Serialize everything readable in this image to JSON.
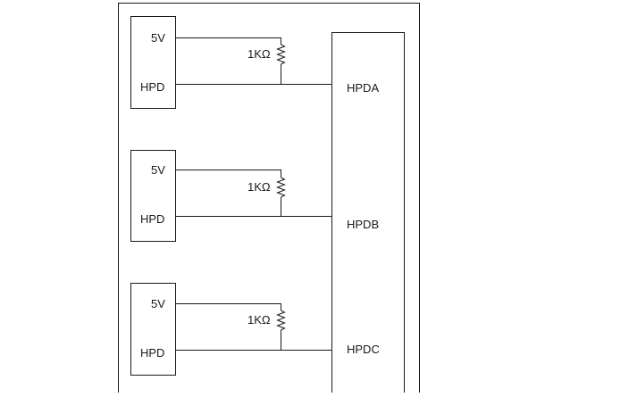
{
  "connectors": [
    {
      "power_label": "5V",
      "hpd_label": "HPD",
      "resistor_label": "1KΩ",
      "output_label": "HPDA"
    },
    {
      "power_label": "5V",
      "hpd_label": "HPD",
      "resistor_label": "1KΩ",
      "output_label": "HPDB"
    },
    {
      "power_label": "5V",
      "hpd_label": "HPD",
      "resistor_label": "1KΩ",
      "output_label": "HPDC"
    }
  ],
  "colors": {
    "line": "#1a1a1a",
    "background": "#ffffff"
  }
}
